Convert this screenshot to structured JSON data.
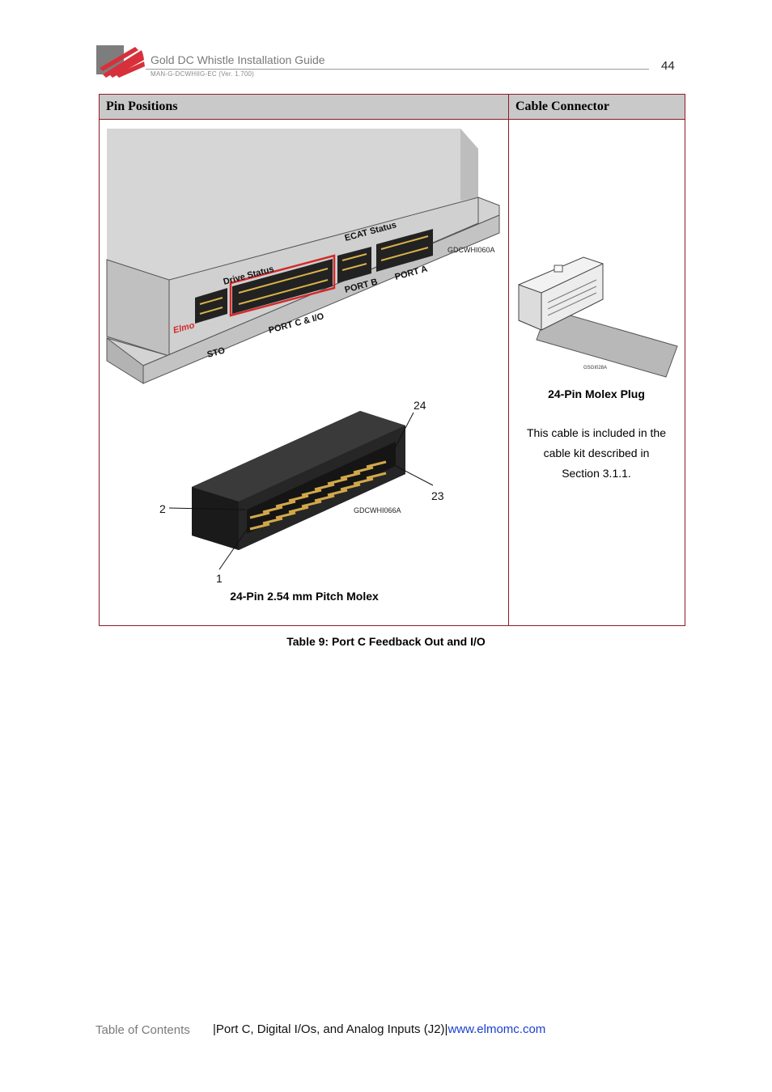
{
  "header": {
    "title": "Gold DC Whistle Installation Guide",
    "doc_id": "MAN-G-DCWHIIG-EC (Ver. 1.700)",
    "page_number": "44"
  },
  "table": {
    "col1_header": "Pin Positions",
    "col2_header": "Cable Connector",
    "device_figure": {
      "labels": {
        "drive_status": "Drive Status",
        "ecat_status": "ECAT Status",
        "port_b": "PORT B",
        "port_a": "PORT A",
        "port_c": "PORT C & I/O",
        "sto": "STO",
        "brand": "Elmo"
      },
      "figure_id": "GDCWHI060A"
    },
    "connector_figure": {
      "pin_24": "24",
      "pin_23": "23",
      "pin_2": "2",
      "pin_1": "1",
      "figure_id": "GDCWHI066A",
      "caption": "24-Pin 2.54 mm Pitch Molex"
    },
    "cable": {
      "figure_id": "GSGI028A",
      "title": "24-Pin Molex Plug",
      "description_line1": "This cable is included in the",
      "description_line2": "cable kit described in",
      "description_line3": "Section 3.1.1."
    }
  },
  "caption": "Table 9: Port C Feedback Out and I/O",
  "footer": {
    "toc": "Table of Contents",
    "section": "|Port C, Digital I/Os, and Analog Inputs (J2)|",
    "link": "www.elmomc.com"
  },
  "colors": {
    "accent": "#8c1b24",
    "header_fill": "#c9c9c9",
    "highlight": "#d42a2a",
    "link": "#1a3fcf"
  }
}
